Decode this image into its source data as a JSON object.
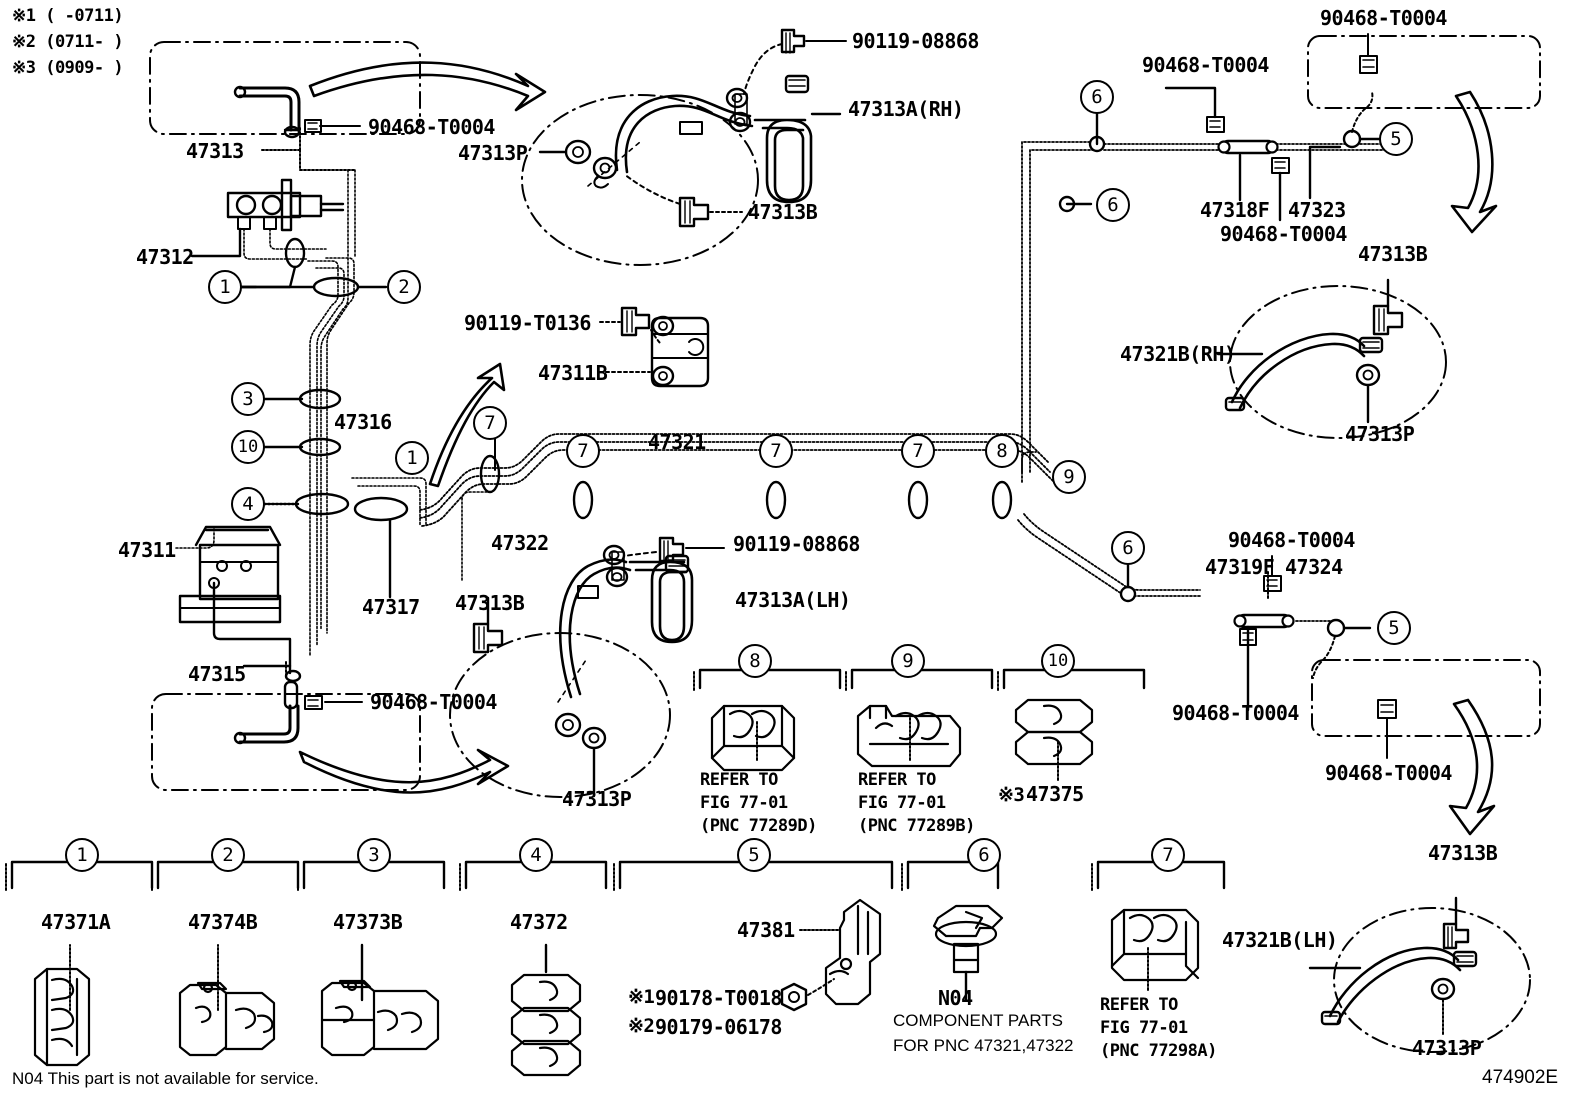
{
  "diagram": {
    "drawing_number": "474902E",
    "footnote": "N04 This part is not available for service.",
    "legend_notes": [
      "※1 (    -0711)",
      "※2 (0711-    )",
      "※3 (0909-    )"
    ]
  },
  "labels": {
    "p47313": "47313",
    "p47312": "47312",
    "p47316": "47316",
    "p47311": "47311",
    "p47315": "47315",
    "p47317": "47317",
    "p47311B": "47311B",
    "p47321": "47321",
    "p47322": "47322",
    "p47318F": "47318F",
    "p47323": "47323",
    "p47319F": "47319F",
    "p47324": "47324",
    "p47375": "47375",
    "p47381": "47381",
    "p47313A_RH": "47313A(RH)",
    "p47313A_LH": "47313A(LH)",
    "p47313B": "47313B",
    "p47313P": "47313P",
    "p47321B_RH": "47321B(RH)",
    "p47321B_LH": "47321B(LH)",
    "bolt_90119_08868": "90119-08868",
    "bolt_90119_T0136": "90119-T0136",
    "clip_90468_T0004": "90468-T0004",
    "nut_90178_T0018": "90178-T0018",
    "nut_90179_06178": "90179-06178",
    "mark1": "※1",
    "mark2": "※2",
    "mark3": "※3",
    "n04": "N04",
    "n04_line1": "COMPONENT PARTS",
    "n04_line2": "FOR PNC 47321,47322",
    "refer_77289D": "REFER TO\nFIG 77-01\n(PNC 77289D)",
    "refer_77289B": "REFER TO\nFIG 77-01\n(PNC 77289B)",
    "refer_77298A": "REFER TO\nFIG 77-01\n(PNC 77298A)"
  },
  "legend_parts": [
    {
      "callout": "1",
      "part_number": "47371A"
    },
    {
      "callout": "2",
      "part_number": "47374B"
    },
    {
      "callout": "3",
      "part_number": "47373B"
    },
    {
      "callout": "4",
      "part_number": "47372"
    },
    {
      "callout": "5",
      "part_number": "47381"
    },
    {
      "callout": "6",
      "part_number": "N04"
    },
    {
      "callout": "7",
      "part_number": "47321B(LH)"
    }
  ],
  "clip_group_parts": [
    {
      "callout": "8",
      "part_number": "REFER TO FIG 77-01 (PNC 77289D)"
    },
    {
      "callout": "9",
      "part_number": "REFER TO FIG 77-01 (PNC 77289B)"
    },
    {
      "callout": "10",
      "part_number": "47375"
    }
  ],
  "callouts": {
    "c1": "1",
    "c2": "2",
    "c3": "3",
    "c4": "4",
    "c5": "5",
    "c6": "6",
    "c7": "7",
    "c8": "8",
    "c9": "9",
    "c10": "10"
  }
}
